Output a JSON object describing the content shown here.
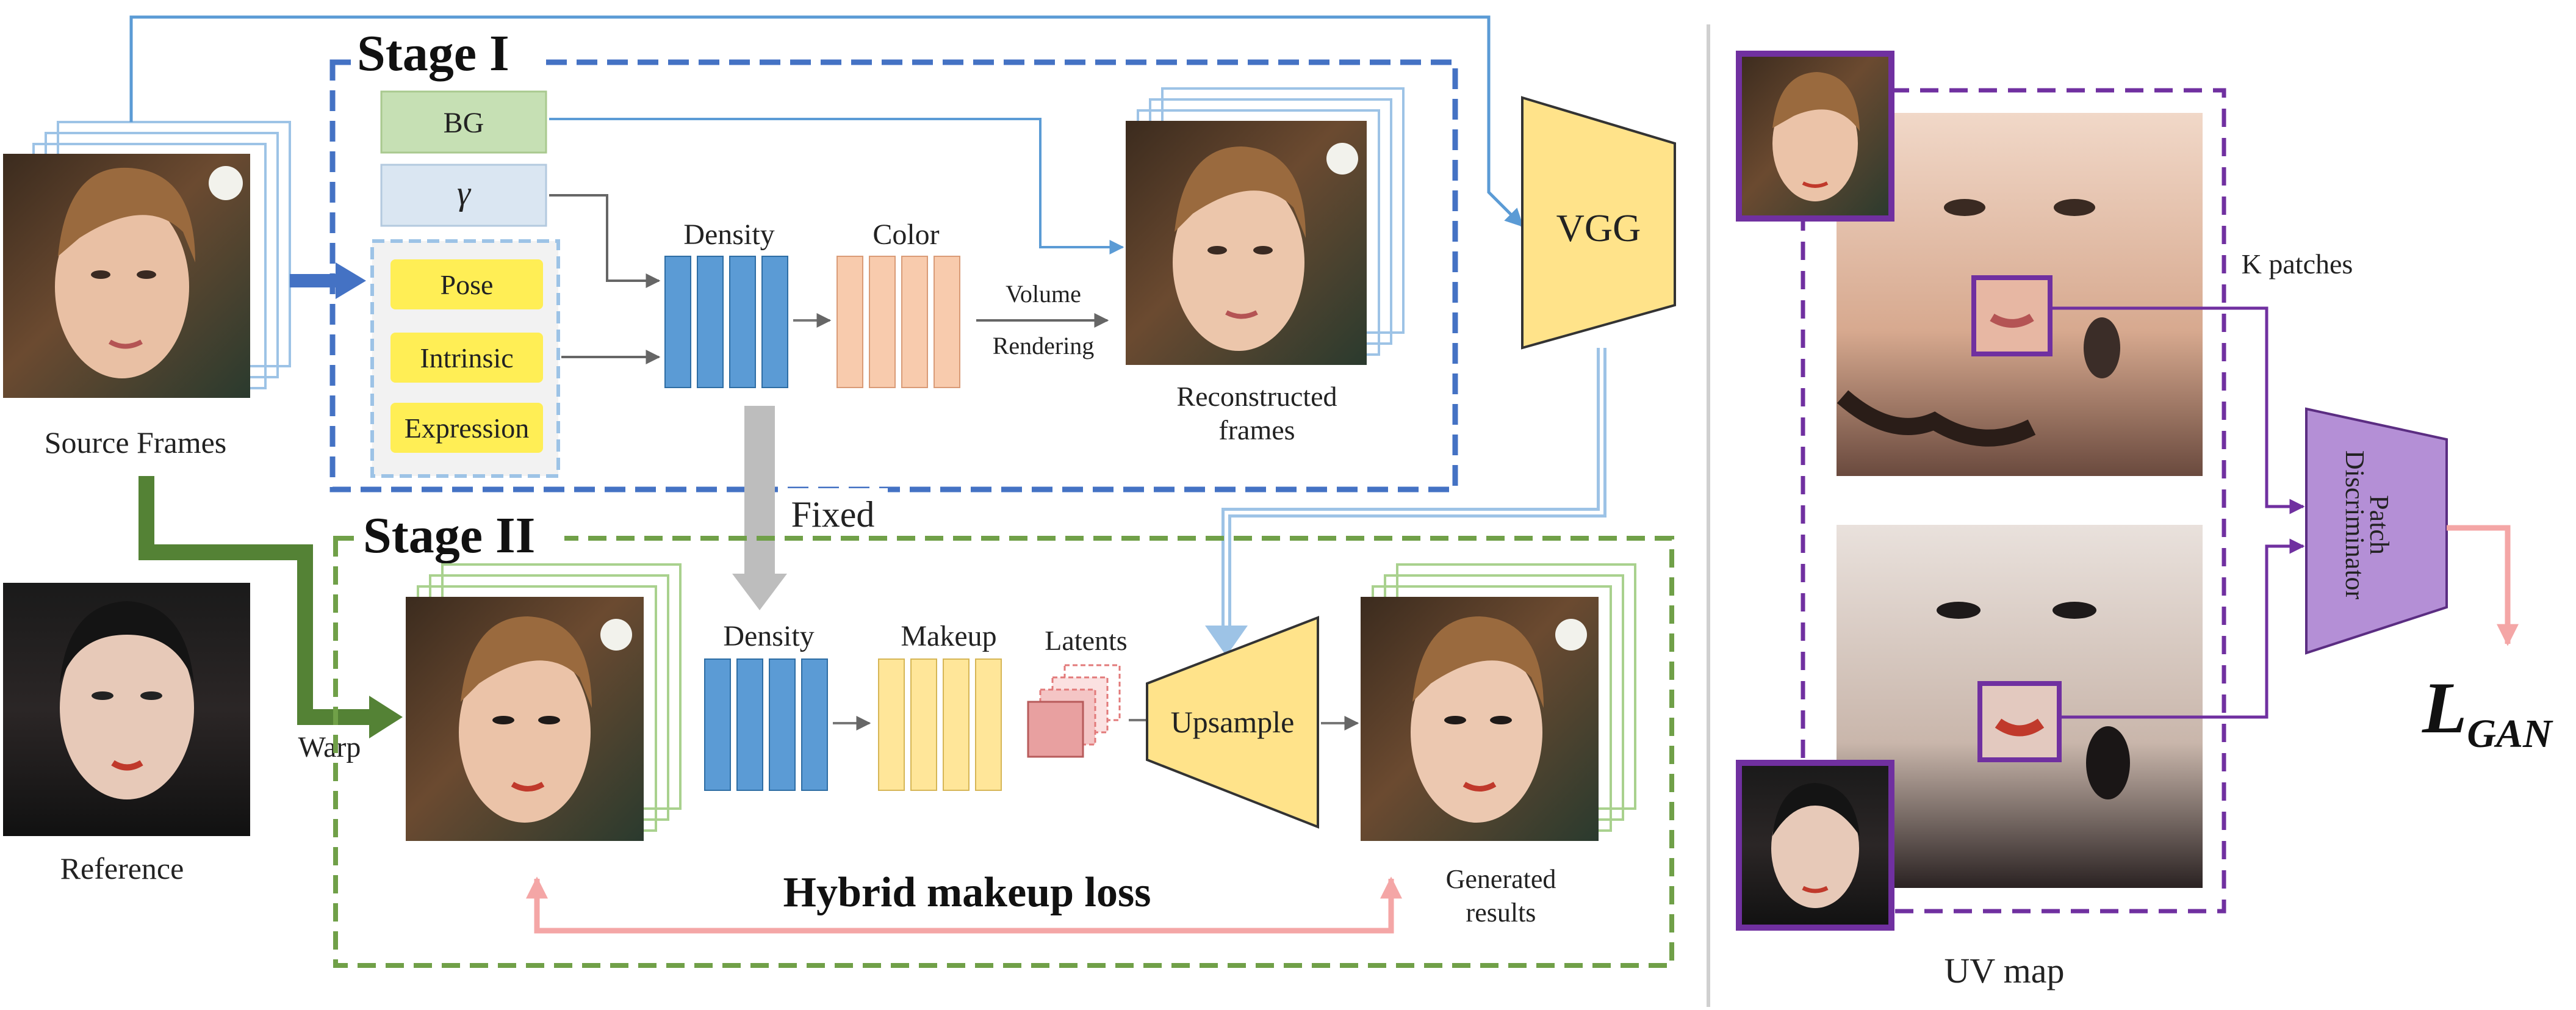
{
  "stage1": {
    "title": "Stage I"
  },
  "stage2": {
    "title": "Stage II"
  },
  "inputs": {
    "source_frames": "Source Frames",
    "reference": "Reference",
    "bg": "BG",
    "gamma": "γ",
    "pose": "Pose",
    "intrinsic": "Intrinsic",
    "expression": "Expression"
  },
  "modules": {
    "density": "Density",
    "color": "Color",
    "volume": "Volume",
    "rendering": "Rendering",
    "reconstructed_line1": "Reconstructed",
    "reconstructed_line2": "frames",
    "vgg": "VGG",
    "fixed": "Fixed",
    "density2": "Density",
    "makeup": "Makeup",
    "latents": "Latents",
    "upsample": "Upsample",
    "warp": "Warp",
    "generated_line1": "Generated",
    "generated_line2": "results",
    "hybrid_loss": "Hybrid makeup loss"
  },
  "right_panel": {
    "k_patches": "K patches",
    "patch": "Patch",
    "discriminator": "Discriminator",
    "loss_main": "L",
    "loss_sub": "GAN",
    "uv_map": "UV map"
  },
  "colors": {
    "stage1_border": "#4472c4",
    "stage2_border": "#70a048",
    "bg_box": "#c6e0b4",
    "gamma_box": "#dae6f2",
    "yellow_box": "#ffee55",
    "density_blue": "#5b9bd5",
    "color_peach": "#f8cbad",
    "makeup_yellow": "#ffe699",
    "vgg_yellow": "#ffe38a",
    "latent_pink": "#e8a0a0",
    "discriminator_purple": "#b48fd6",
    "purple_line": "#7030a0",
    "pink_arrow": "#f4a6a6",
    "green_arrow": "#548235",
    "gray_arrow": "#bdbdbd"
  }
}
